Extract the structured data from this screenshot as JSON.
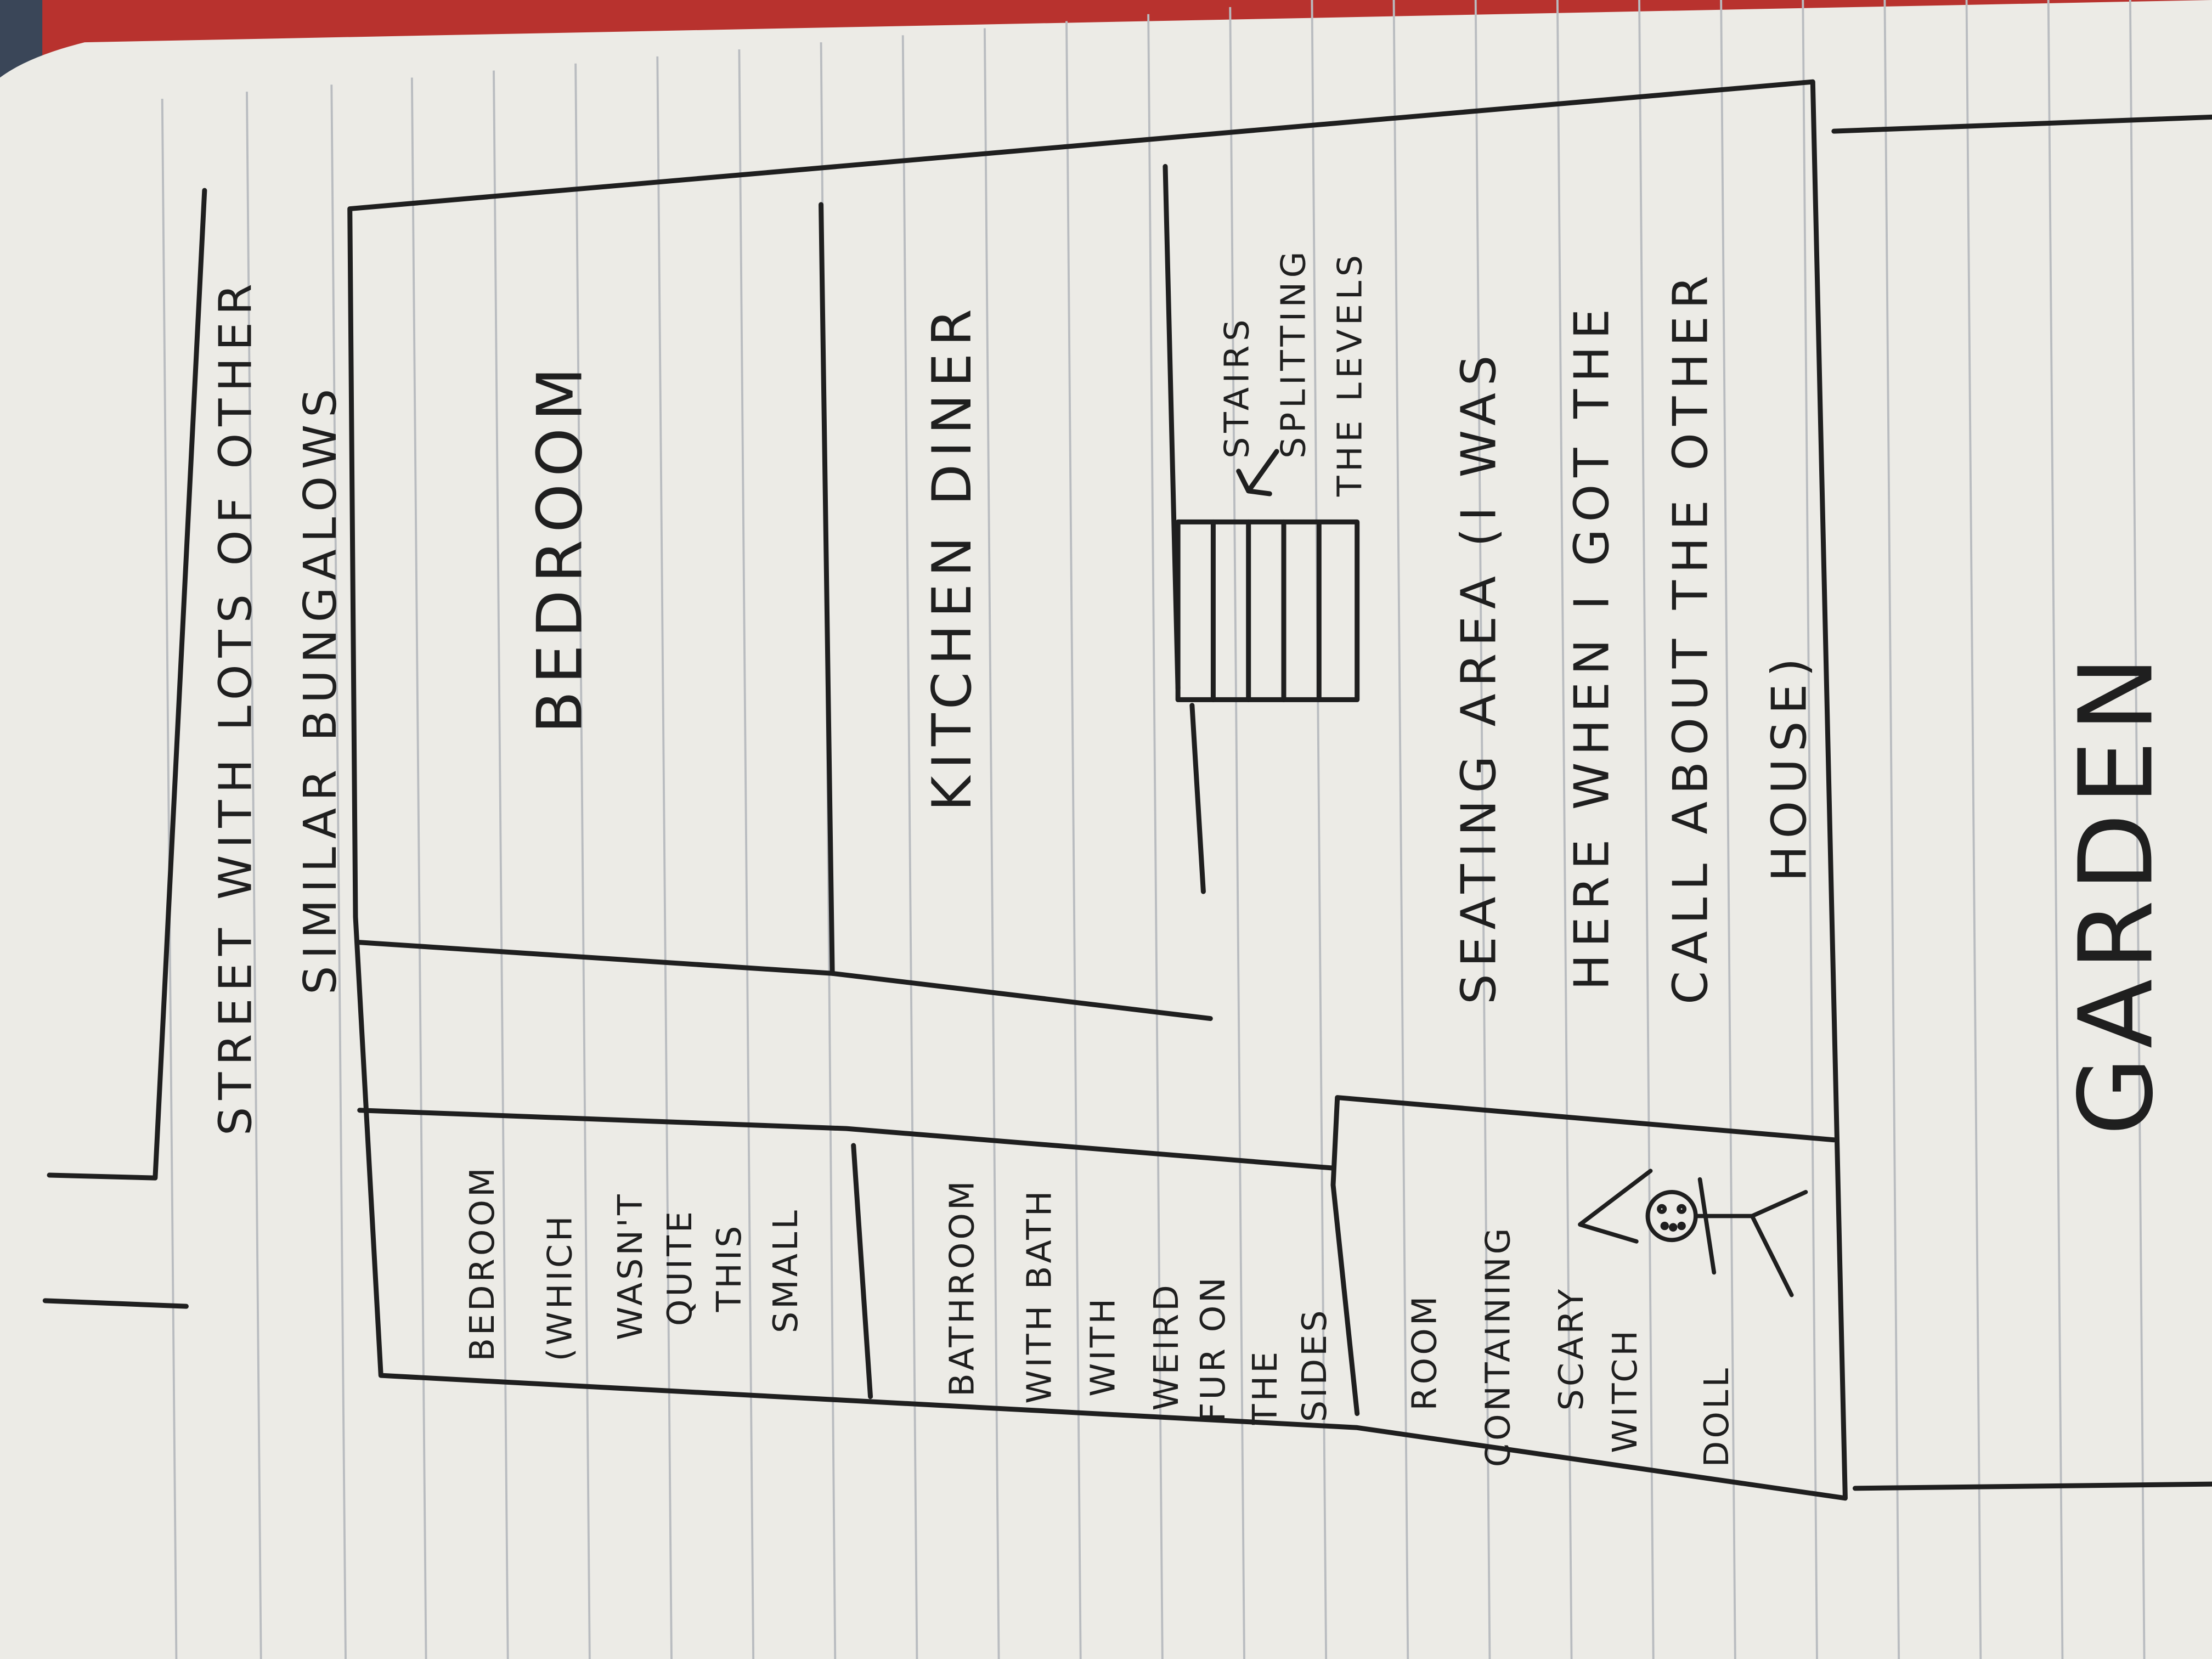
{
  "street_label": {
    "line1": "STREET WITH LOTS OF OTHER",
    "line2": "SIMILAR BUNGALOWS"
  },
  "rooms": {
    "bedroom_main": {
      "label": "BEDROOM"
    },
    "kitchen": {
      "label": "KITCHEN DINER"
    },
    "stairs": {
      "lines": [
        "STAIRS",
        "SPLITTING",
        "THE LEVELS"
      ],
      "arrow": "←"
    },
    "seating": {
      "lines": [
        "SEATING AREA (I WAS",
        "HERE WHEN I GOT THE",
        "CALL ABOUT THE OTHER",
        "HOUSE)"
      ]
    },
    "bedroom_small": {
      "lines": [
        "BEDROOM",
        "(WHICH",
        "WASN'T",
        "QUITE",
        "THIS",
        "SMALL"
      ]
    },
    "bathroom": {
      "lines": [
        "BATHROOM",
        "WITH BATH",
        "WITH",
        "WEIRD",
        "FUR ON",
        "THE",
        "SIDES"
      ]
    },
    "witch_room": {
      "lines": [
        "ROOM",
        "CONTAINING",
        "SCARY",
        "WITCH",
        "DOLL"
      ]
    }
  },
  "garden_label": "GARDEN",
  "colors": {
    "paper": "#ecebe6",
    "ink": "#1f1f1f",
    "rule": "#b9bcc0",
    "cover": "#b8322e",
    "background": "#3a4658"
  }
}
